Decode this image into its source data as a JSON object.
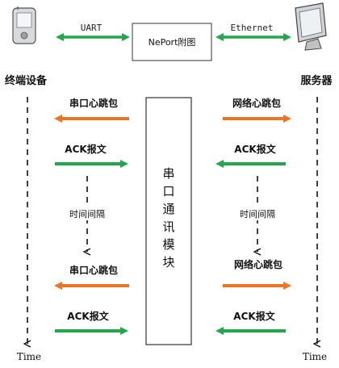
{
  "nodes": {
    "terminal": {
      "label": "终端设备",
      "time_label": "Time"
    },
    "server": {
      "label": "服务器",
      "time_label": "Time"
    },
    "neport": {
      "label": "NePort附图"
    },
    "serial_module": {
      "label": "串口通讯模块"
    }
  },
  "links": {
    "uart": "UART",
    "ethernet": "Ethernet"
  },
  "messages": {
    "serial_heartbeat": "串口心跳包",
    "network_heartbeat": "网络心跳包",
    "ack": "ACK报文",
    "interval": "时间间隔"
  },
  "colors": {
    "orange": "#ee7422",
    "green": "#22a84a",
    "black": "#111111"
  }
}
